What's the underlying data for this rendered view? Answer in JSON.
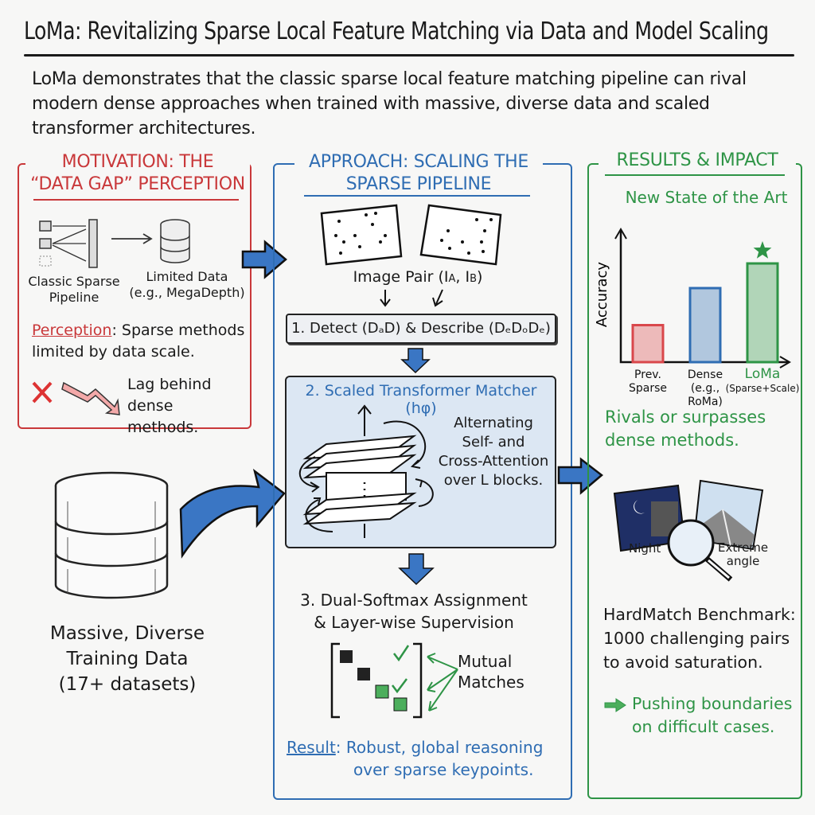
{
  "header": {
    "title": "LoMa: Revitalizing Sparse Local Feature Matching via Data and Model Scaling",
    "summary": "LoMa demonstrates that the classic sparse local feature matching pipeline can rival modern dense approaches when trained with massive, diverse data and scaled transformer architectures."
  },
  "motivation": {
    "title_line1": "MOTIVATION: THE",
    "title_line2": "“DATA GAP” PERCEPTION",
    "pipeline_label_1": "Classic Sparse",
    "pipeline_label_2": "Pipeline",
    "data_label_1": "Limited Data",
    "data_label_2": "(e.g., MegaDepth)",
    "perception_key": "Perception",
    "perception_text_1": ": Sparse methods",
    "perception_text_2": "limited by data scale.",
    "lag_1": "Lag behind",
    "lag_2": "dense methods."
  },
  "training_data": {
    "line1": "Massive, Diverse",
    "line2": "Training Data",
    "line3": "(17+ datasets)"
  },
  "approach": {
    "title_line1": "APPROACH: SCALING THE",
    "title_line2": "SPARSE PIPELINE",
    "image_pair_label": "Image Pair (Iₐ, Iᵦ)",
    "image_pair_display": "Image Pair (I",
    "sub_a": "A",
    "sub_b": "B",
    "step1": "1. Detect (DₐD) & Describe (DₑDₒDₑ)",
    "step2_title": "2. Scaled Transformer Matcher (hφ)",
    "step2_desc_1": "Alternating",
    "step2_desc_2": "Self- and",
    "step2_desc_3": "Cross-Attention",
    "step2_desc_4": "over L blocks.",
    "step3_line1": "3. Dual-Softmax Assignment",
    "step3_line2": "& Layer-wise Supervision",
    "mutual_1": "Mutual",
    "mutual_2": "Matches",
    "result_key": "Result",
    "result_text_1": ": Robust, global reasoning",
    "result_text_2": "over sparse keypoints."
  },
  "results": {
    "title": "RESULTS & IMPACT",
    "chart_title": "New State of the Art",
    "rivals_1": "Rivals or surpasses",
    "rivals_2": "dense methods.",
    "night_label": "Night",
    "extreme_1": "Extreme",
    "extreme_2": "angle",
    "bench_1": "HardMatch Benchmark:",
    "bench_2": "1000 challenging pairs",
    "bench_3": "to avoid saturation.",
    "push_1": "Pushing boundaries",
    "push_2": "on difficult cases."
  },
  "colors": {
    "motivation": "#c9383a",
    "approach": "#2f6db3",
    "results": "#2e9446"
  },
  "chart_data": {
    "type": "bar",
    "title": "New State of the Art",
    "ylabel": "Accuracy",
    "xlabel": "",
    "categories": [
      "Prev. Sparse",
      "Dense (e.g., RoMa)",
      "LoMa (Sparse+Scale)"
    ],
    "category_lines": [
      [
        "Prev.",
        "Sparse"
      ],
      [
        "Dense",
        "(e.g.,",
        "RoMa)"
      ],
      [
        "LoMa",
        "(Sparse+Scale)"
      ]
    ],
    "values": [
      3,
      6,
      8
    ],
    "ylim": [
      0,
      10
    ],
    "colors": [
      "#d9474b",
      "#2f6db3",
      "#2e9446"
    ],
    "annotation": "star above LoMa",
    "grid": false
  }
}
